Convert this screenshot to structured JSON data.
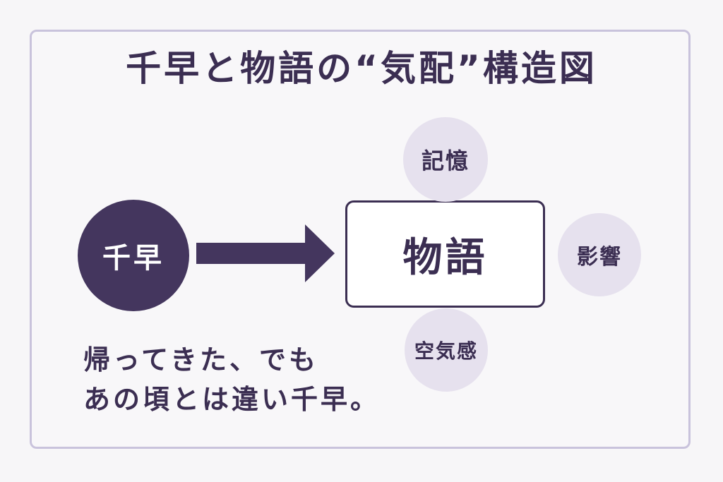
{
  "title": "千早と物語の“気配”構造図",
  "nodes": {
    "main": "千早",
    "story": "物語",
    "memory": "記憶",
    "influence": "影響",
    "atmosphere": "空気感"
  },
  "caption": {
    "line1": "帰ってきた、でも",
    "line2": "あの頃とは違い千早。"
  },
  "colors": {
    "primary": "#3b2e52",
    "node_fill": "#44365e",
    "bubble_fill": "#e6e1ee",
    "frame_border": "#c9c3dc",
    "background": "#f7f6f8"
  }
}
